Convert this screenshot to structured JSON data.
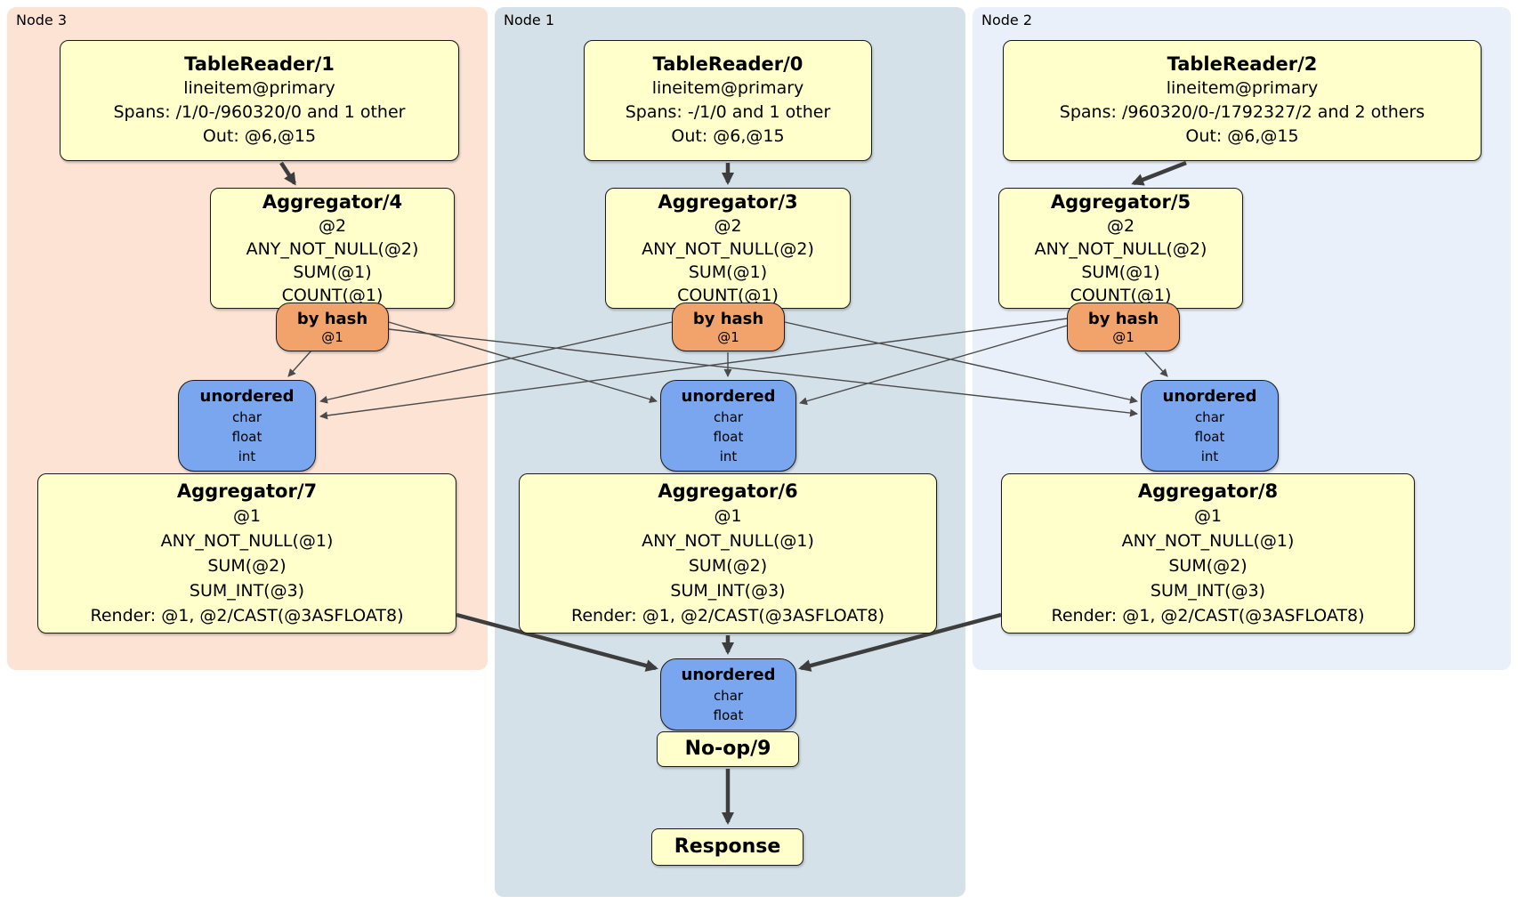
{
  "regions": [
    {
      "id": "node3",
      "label": "Node 3",
      "color": "#fce3d4"
    },
    {
      "id": "node1",
      "label": "Node 1",
      "color": "#d4e1e9"
    },
    {
      "id": "node2",
      "label": "Node 2",
      "color": "#eaf0fa"
    }
  ],
  "processors": {
    "tr1": {
      "title": "TableReader/1",
      "lines": [
        "lineitem@primary",
        "Spans: /1/0-/960320/0 and 1 other",
        "Out: @6,@15"
      ]
    },
    "tr0": {
      "title": "TableReader/0",
      "lines": [
        "lineitem@primary",
        "Spans: -/1/0 and 1 other",
        "Out: @6,@15"
      ]
    },
    "tr2": {
      "title": "TableReader/2",
      "lines": [
        "lineitem@primary",
        "Spans: /960320/0-/1792327/2 and 2 others",
        "Out: @6,@15"
      ]
    },
    "agg4": {
      "title": "Aggregator/4",
      "lines": [
        "@2",
        "ANY_NOT_NULL(@2)",
        "SUM(@1)",
        "COUNT(@1)"
      ]
    },
    "agg3": {
      "title": "Aggregator/3",
      "lines": [
        "@2",
        "ANY_NOT_NULL(@2)",
        "SUM(@1)",
        "COUNT(@1)"
      ]
    },
    "agg5": {
      "title": "Aggregator/5",
      "lines": [
        "@2",
        "ANY_NOT_NULL(@2)",
        "SUM(@1)",
        "COUNT(@1)"
      ]
    },
    "agg7": {
      "title": "Aggregator/7",
      "lines": [
        "@1",
        "ANY_NOT_NULL(@1)",
        "SUM(@2)",
        "SUM_INT(@3)",
        "Render: @1, @2/CAST(@3ASFLOAT8)"
      ]
    },
    "agg6": {
      "title": "Aggregator/6",
      "lines": [
        "@1",
        "ANY_NOT_NULL(@1)",
        "SUM(@2)",
        "SUM_INT(@3)",
        "Render: @1, @2/CAST(@3ASFLOAT8)"
      ]
    },
    "agg8": {
      "title": "Aggregator/8",
      "lines": [
        "@1",
        "ANY_NOT_NULL(@1)",
        "SUM(@2)",
        "SUM_INT(@3)",
        "Render: @1, @2/CAST(@3ASFLOAT8)"
      ]
    },
    "noop": {
      "title": "No-op/9"
    },
    "response": {
      "title": "Response"
    }
  },
  "routers": {
    "hash3": {
      "title": "by hash",
      "detail": "@1"
    },
    "hash1": {
      "title": "by hash",
      "detail": "@1"
    },
    "hash2": {
      "title": "by hash",
      "detail": "@1"
    }
  },
  "syncs": {
    "sync3": {
      "title": "unordered",
      "items": [
        "char",
        "float",
        "int"
      ]
    },
    "sync1": {
      "title": "unordered",
      "items": [
        "char",
        "float",
        "int"
      ]
    },
    "sync2": {
      "title": "unordered",
      "items": [
        "char",
        "float",
        "int"
      ]
    },
    "syncFinal": {
      "title": "unordered",
      "items": [
        "char",
        "float"
      ]
    }
  },
  "colors": {
    "processor_fill": "#ffffcb",
    "router_fill": "#f2a36b",
    "sync_fill": "#7aa6ef",
    "node3_bg": "#fce3d4",
    "node1_bg": "#d4e1e9",
    "node2_bg": "#eaf0fa",
    "edge_thin": "#4a4a4a",
    "edge_thick": "#3d3d3d"
  }
}
